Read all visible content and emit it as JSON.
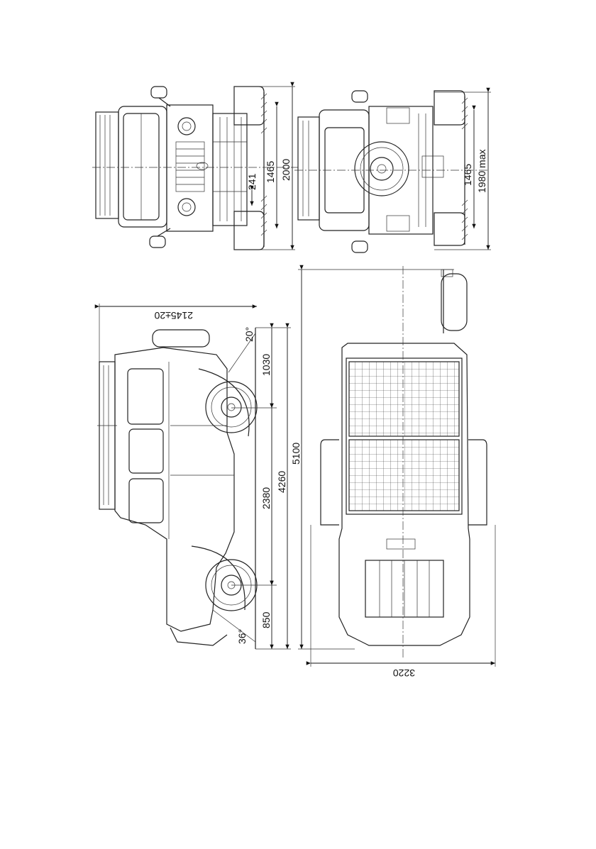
{
  "dimensions": {
    "front_track": "1465",
    "front_width": "2000",
    "ground_clearance": "241",
    "rear_track": "1465",
    "rear_width_max": "1980 max",
    "height": "2145±20",
    "rear_overhang": "1030",
    "wheelbase": "2380",
    "length_body": "4260",
    "front_overhang": "850",
    "overall_length": "5100",
    "overall_width": "3220",
    "departure_angle": "20°",
    "approach_angle": "36°"
  }
}
